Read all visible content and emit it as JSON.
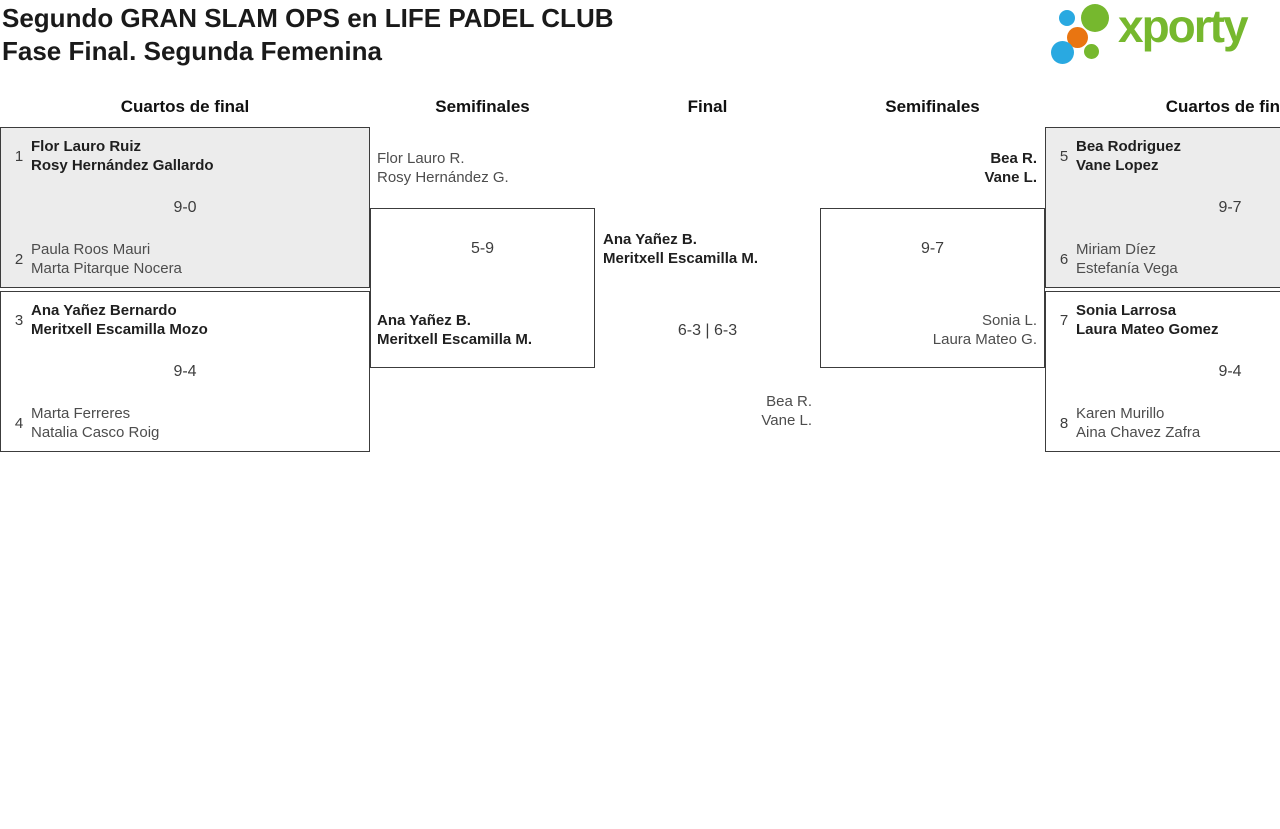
{
  "header": {
    "title_line1": "Segundo GRAN SLAM OPS en LIFE PADEL CLUB",
    "title_line2": "Fase Final. Segunda Femenina",
    "logo_text": "xporty"
  },
  "columns": {
    "qf_left": "Cuartos de final",
    "sf_left": "Semifinales",
    "final": "Final",
    "sf_right": "Semifinales",
    "qf_right": "Cuartos de final"
  },
  "bracket": {
    "qf_left": [
      {
        "top_seed": "1",
        "top1": "Flor Lauro Ruiz",
        "top2": "Rosy Hernández Gallardo",
        "score": "9-0",
        "bottom_seed": "2",
        "bottom1": "Paula Roos Mauri",
        "bottom2": "Marta Pitarque Nocera"
      },
      {
        "top_seed": "3",
        "top1": "Ana Yañez Bernardo",
        "top2": "Meritxell Escamilla Mozo",
        "score": "9-4",
        "bottom_seed": "4",
        "bottom1": "Marta Ferreres",
        "bottom2": "Natalia Casco Roig"
      }
    ],
    "sf_left": {
      "top1": "Flor Lauro R.",
      "top2": "Rosy Hernández G.",
      "score": "5-9",
      "bottom1": "Ana Yañez B.",
      "bottom2": "Meritxell Escamilla M."
    },
    "final": {
      "top1": "Ana Yañez B.",
      "top2": "Meritxell Escamilla M.",
      "score": "6-3 | 6-3",
      "bottom1": "Bea R.",
      "bottom2": "Vane L."
    },
    "sf_right": {
      "top1": "Bea R.",
      "top2": "Vane L.",
      "score": "9-7",
      "bottom1": "Sonia L.",
      "bottom2": "Laura Mateo G."
    },
    "qf_right": [
      {
        "top_seed": "5",
        "top1": "Bea Rodriguez",
        "top2": "Vane Lopez",
        "score": "9-7",
        "bottom_seed": "6",
        "bottom1": "Miriam Díez",
        "bottom2": "Estefanía Vega"
      },
      {
        "top_seed": "7",
        "top1": "Sonia Larrosa",
        "top2": "Laura Mateo Gomez",
        "score": "9-4",
        "bottom_seed": "8",
        "bottom1": "Karen Murillo",
        "bottom2": "Aina Chavez Zafra"
      }
    ]
  },
  "colors": {
    "brand_green": "#76b82e",
    "brand_blue": "#29a9e1",
    "brand_orange": "#e97511",
    "winner_box_bg": "#ececec",
    "border": "#3c3c3c"
  }
}
